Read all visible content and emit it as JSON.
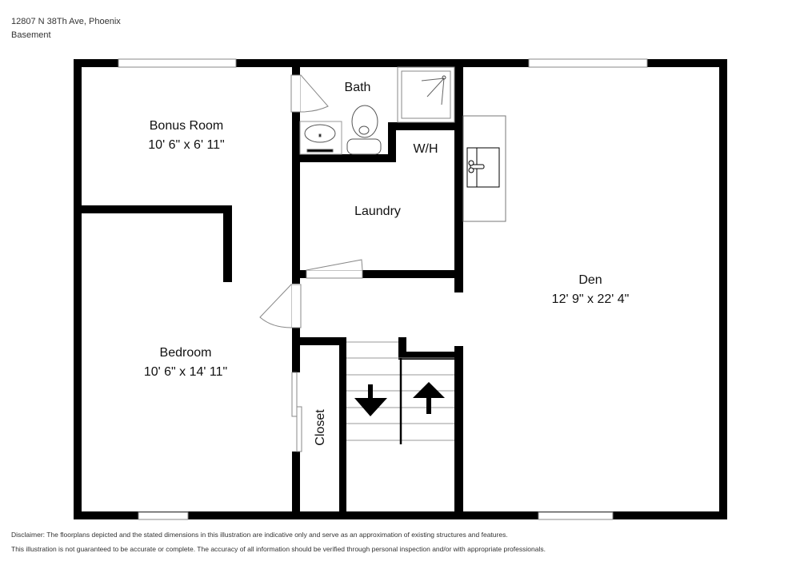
{
  "header": {
    "address": "12807 N 38Th Ave, Phoenix",
    "floor": "Basement"
  },
  "rooms": [
    {
      "id": "bonus-room",
      "name": "Bonus Room",
      "dimensions": "10' 6\" x 6' 11\""
    },
    {
      "id": "bedroom",
      "name": "Bedroom",
      "dimensions": "10' 6\" x 14' 11\""
    },
    {
      "id": "bath",
      "name": "Bath"
    },
    {
      "id": "wh",
      "name": "W/H"
    },
    {
      "id": "laundry",
      "name": "Laundry"
    },
    {
      "id": "den",
      "name": "Den",
      "dimensions": "12' 9\" x 22' 4\""
    },
    {
      "id": "closet",
      "name": "Closet"
    }
  ],
  "disclaimer": {
    "line1": "Disclaimer: The floorplans depicted and the stated dimensions in this illustration are indicative only and serve as an approximation of existing structures and features.",
    "line2": "This illustration is not guaranteed to be accurate or complete. The accuracy of all information should be verified through personal inspection and/or with appropriate professionals."
  },
  "colors": {
    "wall": "#000000",
    "fixture_line": "#888888",
    "background": "#ffffff"
  }
}
